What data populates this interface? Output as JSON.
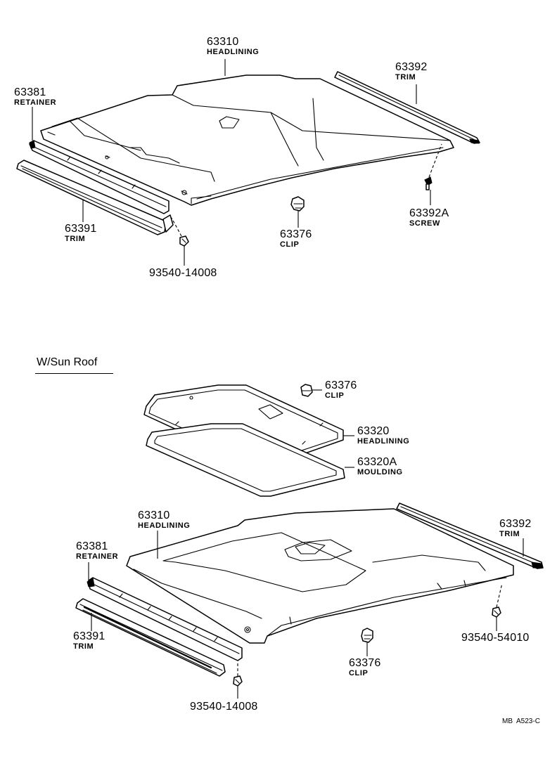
{
  "top_assembly": {
    "headlining": {
      "part_no": "63310",
      "name": "HEADLINING"
    },
    "retainer": {
      "part_no": "63381",
      "name": "RETAINER"
    },
    "trim_right": {
      "part_no": "63392",
      "name": "TRIM"
    },
    "screw": {
      "part_no": "63392A",
      "name": "SCREW"
    },
    "trim_left": {
      "part_no": "63391",
      "name": "TRIM"
    },
    "clip": {
      "part_no": "63376",
      "name": "CLIP"
    },
    "bolt": {
      "part_no": "93540-14008"
    }
  },
  "sunroof_assembly": {
    "section_title": "W/Sun Roof",
    "clip_upper": {
      "part_no": "63376",
      "name": "CLIP"
    },
    "sunroof_headlining": {
      "part_no": "63320",
      "name": "HEADLINING"
    },
    "moulding": {
      "part_no": "63320A",
      "name": "MOULDING"
    },
    "headlining": {
      "part_no": "63310",
      "name": "HEADLINING"
    },
    "retainer": {
      "part_no": "63381",
      "name": "RETAINER"
    },
    "trim_right": {
      "part_no": "63392",
      "name": "TRIM"
    },
    "bolt_right": {
      "part_no": "93540-54010"
    },
    "trim_left": {
      "part_no": "63391",
      "name": "TRIM"
    },
    "clip_lower": {
      "part_no": "63376",
      "name": "CLIP"
    },
    "bolt_left": {
      "part_no": "93540-14008"
    }
  },
  "drawing_code": "MB  A523-C"
}
